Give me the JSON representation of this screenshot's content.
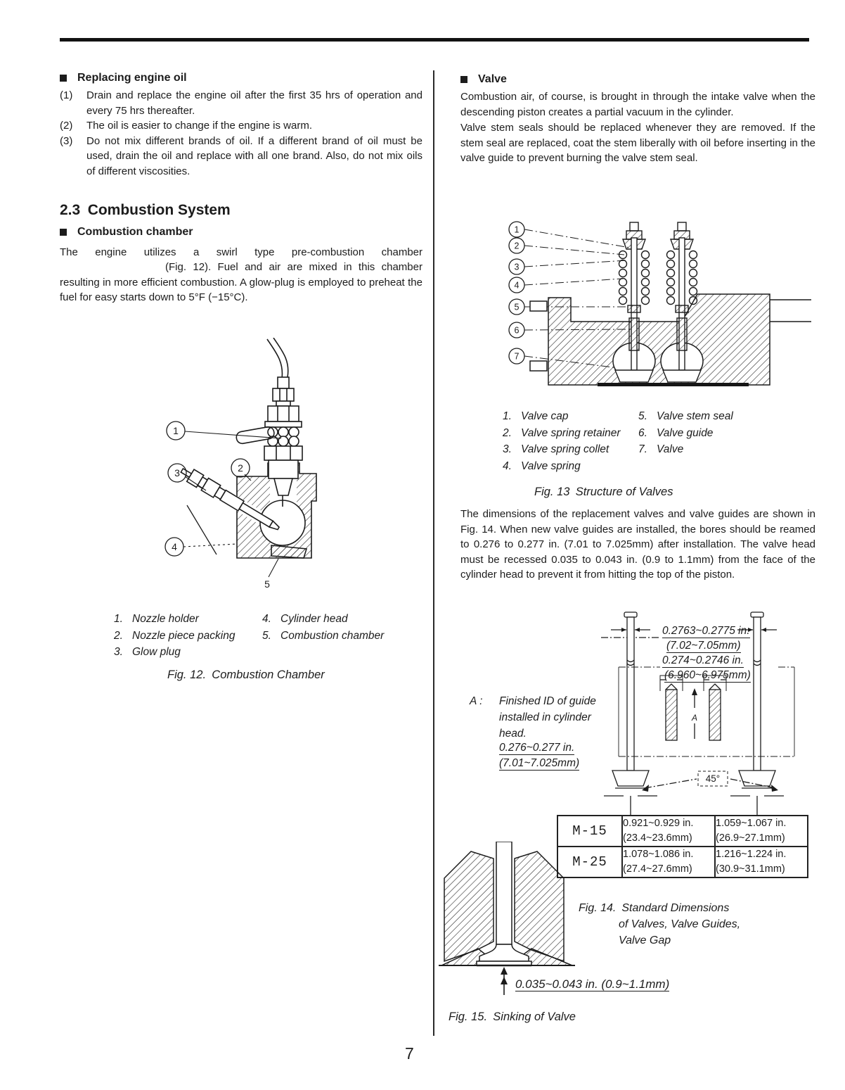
{
  "page": {
    "number": "7"
  },
  "left": {
    "oil": {
      "heading": "Replacing engine oil",
      "items": [
        {
          "num": "(1)",
          "text": "Drain and replace the engine oil after the first 35 hrs of operation and every 75 hrs thereafter."
        },
        {
          "num": "(2)",
          "text": "The oil is easier to change if the engine is warm."
        },
        {
          "num": "(3)",
          "text": "Do not mix different brands of oil. If a different brand of oil must be used, drain the oil and replace with all one brand. Also, do not mix oils of different viscosities."
        }
      ]
    },
    "combustion": {
      "heading": "2.3 Combustion System",
      "subheading": "Combustion chamber",
      "body_start": "The engine utilizes a swirl type pre-combustion chamber",
      "body_rest": "(Fig. 12). Fuel and air are mixed in this chamber resulting in more efficient combustion. A glow-plug is employed to preheat the fuel for easy starts down to 5°F (−15°C)."
    },
    "fig12": {
      "callouts": [
        "1",
        "2",
        "3",
        "4",
        "5"
      ],
      "legend_col1": [
        {
          "num": "1.",
          "label": "Nozzle holder"
        },
        {
          "num": "2.",
          "label": "Nozzle piece packing"
        },
        {
          "num": "3.",
          "label": "Glow plug"
        }
      ],
      "legend_col2": [
        {
          "num": "4.",
          "label": "Cylinder head"
        },
        {
          "num": "5.",
          "label": "Combustion chamber"
        }
      ],
      "caption": "Fig. 12. Combustion Chamber"
    }
  },
  "right": {
    "valve": {
      "heading": "Valve",
      "para1": "Combustion air, of course, is brought in through the intake valve when the descending piston creates a partial vacuum in the cylinder.",
      "para2": "Valve stem seals should be replaced whenever they are removed. If the stem seal are replaced, coat the stem liberally with oil before inserting in the valve guide to prevent burning the valve stem seal."
    },
    "fig13": {
      "callouts": [
        "1",
        "2",
        "3",
        "4",
        "5",
        "6",
        "7"
      ],
      "legend_col1": [
        {
          "num": "1.",
          "label": "Valve cap"
        },
        {
          "num": "2.",
          "label": "Valve spring retainer"
        },
        {
          "num": "3.",
          "label": "Valve spring collet"
        },
        {
          "num": "4.",
          "label": "Valve spring"
        }
      ],
      "legend_col2": [
        {
          "num": "5.",
          "label": "Valve stem seal"
        },
        {
          "num": "6.",
          "label": "Valve guide"
        },
        {
          "num": "7.",
          "label": "Valve"
        }
      ],
      "caption": "Fig. 13 Structure of Valves"
    },
    "dims_para": "The dimensions of the replacement valves and valve guides are shown in Fig. 14. When new valve guides are installed, the bores should be reamed to 0.276 to 0.277 in. (7.01 to 7.025mm) after installation. The valve head must be recessed 0.035 to 0.043 in. (0.9 to 1.1mm) from the face of the cylinder head to prevent it from hitting the top of the piston.",
    "fig14": {
      "dim_top_1": "0.2763~0.2775 in.",
      "dim_top_2": "(7.02~7.05mm)",
      "dim_top_3": "0.274~0.2746 in.",
      "dim_top_4": "(6.960~6.975mm)",
      "a_key": "A :",
      "a_letter": "A",
      "a_note": "Finished ID of guide installed in cylinder head.",
      "a_dim_1": "0.276~0.277 in.",
      "a_dim_2": "(7.01~7.025mm)",
      "angle_label": "45°",
      "table": {
        "rows": [
          {
            "model": "M-15",
            "col1_line1": "0.921~0.929 in.",
            "col1_line2": "(23.4~23.6mm)",
            "col2_line1": "1.059~1.067 in.",
            "col2_line2": "(26.9~27.1mm)"
          },
          {
            "model": "M-25",
            "col1_line1": "1.078~1.086 in.",
            "col1_line2": "(27.4~27.6mm)",
            "col2_line1": "1.216~1.224 in.",
            "col2_line2": "(30.9~31.1mm)"
          }
        ]
      },
      "caption_1": "Fig. 14. Standard Dimensions",
      "caption_2": "of Valves, Valve Guides,",
      "caption_3": "Valve Gap"
    },
    "fig15": {
      "dim": "0.035~0.043 in. (0.9~1.1mm)",
      "caption": "Fig. 15. Sinking of Valve"
    }
  }
}
